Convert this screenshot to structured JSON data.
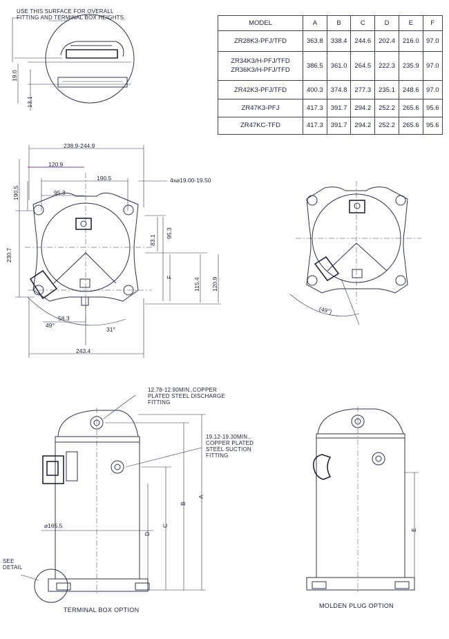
{
  "detail_note": "USE THIS SURFACE FOR OVERALL\nFITTING AND TERMINAL BOX HEIGHTS.",
  "detail_dims": {
    "d1": "19.0",
    "d2": "13.1"
  },
  "table": {
    "headers": [
      "MODEL",
      "A",
      "B",
      "C",
      "D",
      "E",
      "F"
    ],
    "rows": [
      {
        "model": "ZR28K3-PFJ/TFD",
        "a": "363.8",
        "b": "338.4",
        "c": "244.6",
        "d": "202.4",
        "e": "216.0",
        "f": "97.0"
      },
      {
        "model": "ZR34K3/H-PFJ/TFD\nZR36K3/H-PFJ/TFD",
        "a": "386.5",
        "b": "361.0",
        "c": "264.5",
        "d": "222.3",
        "e": "235.9",
        "f": "97.0"
      },
      {
        "model": "ZR42K3-PFJ/TFD",
        "a": "400.3",
        "b": "374.8",
        "c": "277.3",
        "d": "235.1",
        "e": "248.6",
        "f": "97.0"
      },
      {
        "model": "ZR47K3-PFJ",
        "a": "417.3",
        "b": "391.7",
        "c": "294.2",
        "d": "252.2",
        "e": "265.6",
        "f": "95.6"
      },
      {
        "model": "ZR47KC-TFD",
        "a": "417.3",
        "b": "391.7",
        "c": "294.2",
        "d": "252.2",
        "e": "265.6",
        "f": "95.6"
      }
    ]
  },
  "base_view": {
    "w1": "238.9-244.9",
    "w2": "120.9",
    "w3": "190.5",
    "w4": "95.3",
    "hole": "4x⌀19.00-19.50",
    "h_left1": "190.5",
    "h_left2": "230.7",
    "h_r1": "83.1",
    "h_r2": "95.3",
    "h_F": "F",
    "h_r3": "115.4",
    "h_r4": "120.9",
    "b1": "58.3",
    "ang1": "49°",
    "ang2": "31°",
    "b2": "243.4"
  },
  "small_view": {
    "ang": "(49°)"
  },
  "elevation": {
    "discharge_note": "12.78-12.90MIN.,COPPER\nPLATED STEEL DISCHARGE\nFITTING",
    "suction_note": "19.12-19.30MIN.,\nCOPPER PLATED\nSTEEL SUCTION\nFITTING",
    "diameter": "⌀165.5",
    "see_detail": "SEE\nDETAIL",
    "dims": {
      "a": "A",
      "b": "B",
      "c": "C",
      "d": "D"
    },
    "caption": "TERMINAL BOX OPTION"
  },
  "molden": {
    "dim_e": "E",
    "caption": "MOLDEN PLUG OPTION"
  }
}
